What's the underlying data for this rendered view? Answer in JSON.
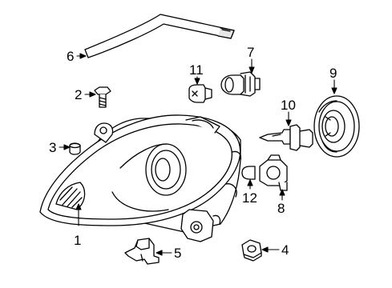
{
  "diagram": {
    "callouts": [
      {
        "id": "1",
        "label": "1",
        "part": "headlamp-assembly"
      },
      {
        "id": "2",
        "label": "2",
        "part": "screw"
      },
      {
        "id": "3",
        "label": "3",
        "part": "grommet"
      },
      {
        "id": "4",
        "label": "4",
        "part": "nut"
      },
      {
        "id": "5",
        "label": "5",
        "part": "bracket"
      },
      {
        "id": "6",
        "label": "6",
        "part": "trim-strip"
      },
      {
        "id": "7",
        "label": "7",
        "part": "bulb-socket"
      },
      {
        "id": "8",
        "label": "8",
        "part": "socket-connector"
      },
      {
        "id": "9",
        "label": "9",
        "part": "dust-cover"
      },
      {
        "id": "10",
        "label": "10",
        "part": "headlamp-bulb"
      },
      {
        "id": "11",
        "label": "11",
        "part": "wedge-bulb"
      },
      {
        "id": "12",
        "label": "12",
        "part": "side-marker-bulb"
      }
    ],
    "colors": {
      "line": "#000000",
      "background": "#ffffff",
      "shade": "#e6e6e6"
    }
  }
}
